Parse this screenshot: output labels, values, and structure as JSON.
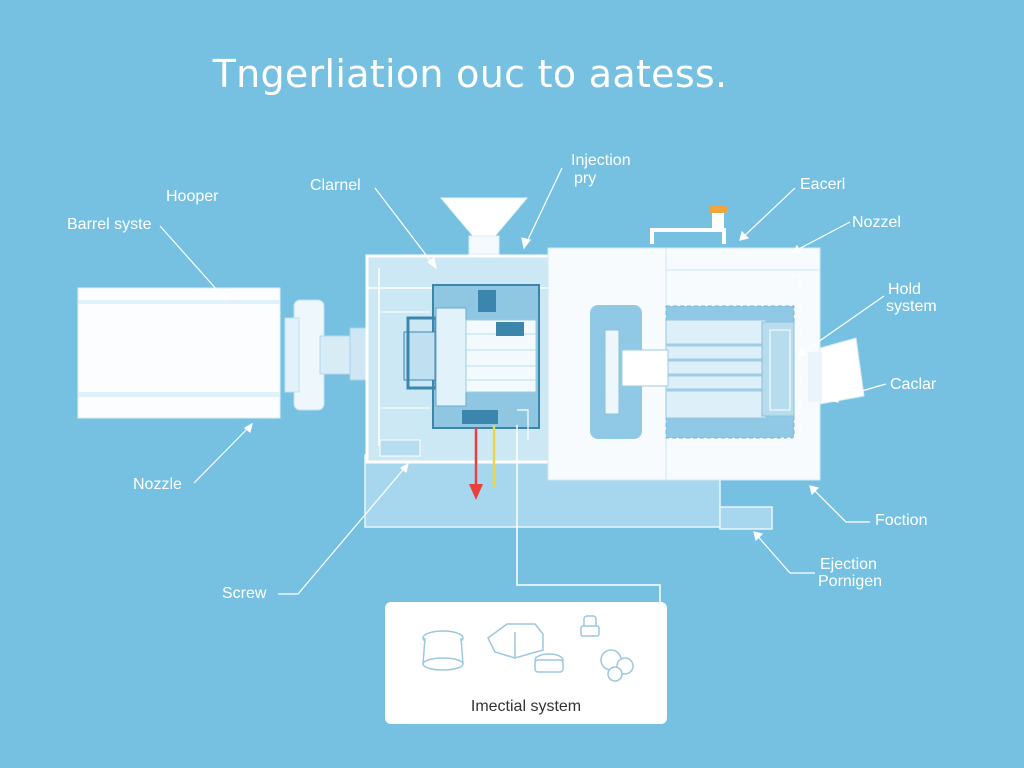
{
  "title": "Tngerliation ouc to aatess.",
  "labels": {
    "hooper": "Hooper",
    "barrel": "Barrel syste",
    "clarnel": "Clarnel",
    "injection": "Injection",
    "injection2": "pry",
    "eacerl": "Eacerl",
    "nozzel": "Nozzel",
    "hold": "Hold",
    "hold2": "system",
    "caclar": "Caclar",
    "foction": "Foction",
    "ejection": "Ejection",
    "ejection2": "Pornigen",
    "nozzle": "Nozzle",
    "screw": "Screw"
  },
  "legend": {
    "label": "Imectial system"
  },
  "colors": {
    "background": "#76c1e2",
    "machine_light": "#ffffff",
    "machine_blue": "#a9d9ef",
    "core_dark": "#3c86ad",
    "arrow_red": "#e8403a",
    "arrow_yellow": "#e8d84a",
    "accent_orange": "#f0a640"
  }
}
